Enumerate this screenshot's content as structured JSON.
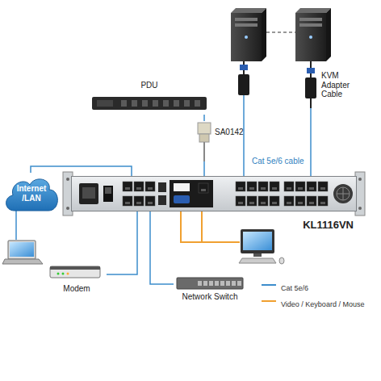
{
  "diagram": {
    "nodes": [
      {
        "text": [
          "PDU"
        ]
      },
      {
        "text": [
          "SA0142"
        ]
      },
      {
        "text": [
          "Internet /LAN"
        ]
      },
      {
        "text": [
          "KL1116VN"
        ]
      },
      {
        "text": [
          "KVM Adapter Cable"
        ]
      },
      {
        "text": [
          "Modem"
        ]
      },
      {
        "text": [
          "Network Switch"
        ]
      }
    ],
    "edges": [
      {
        "from": 0,
        "to": 1,
        "arrow": "none"
      },
      {
        "from": 1,
        "to": 3,
        "arrow": "none"
      },
      {
        "from": 2,
        "to": 3,
        "arrow": "none"
      },
      {
        "from": 4,
        "to": 3,
        "arrow": "none"
      },
      {
        "from": 5,
        "to": 3,
        "arrow": "none"
      },
      {
        "from": 6,
        "to": 3,
        "arrow": "none"
      }
    ],
    "labels": [
      "Cat 5e/6 cable"
    ],
    "legend": [
      {
        "text": "Cat 5e/6"
      },
      {
        "text": "Video / Keyboard / Mouse"
      }
    ]
  }
}
